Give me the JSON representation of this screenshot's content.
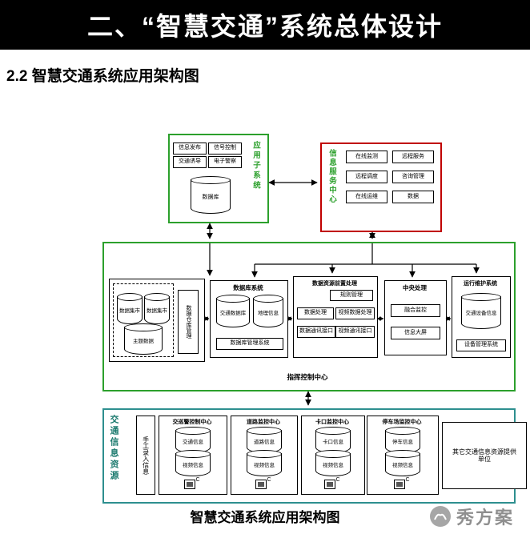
{
  "colors": {
    "green_border": "#2ca02c",
    "red_border": "#c00000",
    "teal_border": "#2e8f8f",
    "header_bg": "#000000"
  },
  "header": {
    "title": "二、“智慧交通”系统总体设计"
  },
  "section": {
    "subtitle": "2.2 智慧交通系统应用架构图"
  },
  "app_subsystem": {
    "title": "应用子系统",
    "items": [
      "信息发布",
      "信号控制",
      "交通诱导",
      "电子警察"
    ],
    "db_label": "数据库"
  },
  "info_service": {
    "title": "信息服务中心",
    "items": [
      "在线监测",
      "远程服务",
      "远程调度",
      "咨询管理",
      "在线运维",
      "数据"
    ]
  },
  "command_center": {
    "title": "指挥控制中心",
    "warehouse": {
      "marts": [
        "数据集市",
        "数据集市"
      ],
      "subject": "主题数据",
      "label": "数据仓库管理"
    },
    "db_system": {
      "title": "数据库系统",
      "cylinders": [
        "交通数据库",
        "地理信息"
      ],
      "manager": "数据库管理系统"
    },
    "preprocess": {
      "title": "数据资源前置处理",
      "rule": "规则管理",
      "items": [
        "数据处理",
        "视频数据处理",
        "数据通讯接口",
        "视频通讯接口"
      ]
    },
    "central": {
      "title": "中央处理",
      "items": [
        "融合监控",
        "信息大屏"
      ]
    },
    "maintenance": {
      "title": "运行维护系统",
      "cylinder": "交通设备信息",
      "manager": "设备管理系统"
    }
  },
  "traffic_resources": {
    "title": "交通信息资源",
    "manual_entry": "手工录入信息",
    "centers": [
      {
        "title": "交巡警控制中心",
        "cylinders": [
          "交通信息",
          "视频信息"
        ],
        "icon_label": "C"
      },
      {
        "title": "道路监控中心",
        "cylinders": [
          "道路信息",
          "视频信息"
        ],
        "icon_label": "C"
      },
      {
        "title": "卡口监控中心",
        "cylinders": [
          "卡口信息",
          "视频信息"
        ],
        "icon_label": "C"
      },
      {
        "title": "停车场监控中心",
        "cylinders": [
          "停车信息",
          "视频信息"
        ],
        "icon_label": "C"
      }
    ],
    "other": "其它交通信息资源提供单位"
  },
  "caption": "智慧交通系统应用架构图",
  "watermark": {
    "text": "秀方案"
  }
}
